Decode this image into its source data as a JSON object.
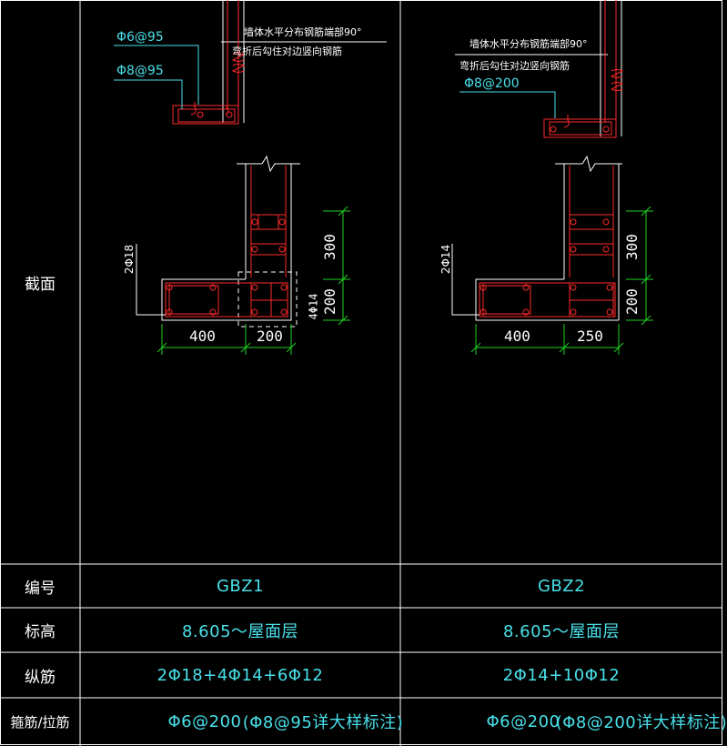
{
  "table": {
    "row_labels": {
      "section": "截面",
      "id": "编号",
      "elevation": "标高",
      "longitudinal": "纵筋",
      "stirrups": "箍筋/拉筋"
    },
    "columns": [
      {
        "id": "GBZ1",
        "elevation": "8.605～屋面层",
        "longitudinal": "2Φ18+4Φ14+6Φ12",
        "stirrups": "Φ6@200",
        "stirrups_note": "(Φ8@95详大样标注)",
        "detail": {
          "callout_1": "Φ6@95",
          "callout_2": "Φ8@95",
          "note_line_1": "墙体水平分布钢筋端部90°",
          "note_line_2": "弯折后勾住对边竖向钢筋"
        },
        "section": {
          "left_bar": "2Φ18",
          "right_bar": "4Φ14",
          "dim_h1": "400",
          "dim_h2": "200",
          "dim_v1": "300",
          "dim_v2": "200"
        }
      },
      {
        "id": "GBZ2",
        "elevation": "8.605～屋面层",
        "longitudinal": "2Φ14+10Φ12",
        "stirrups": "Φ6@200",
        "stirrups_note": "(Φ8@200详大样标注)",
        "detail": {
          "callout_1": "Φ8@200",
          "note_line_1": "墙体水平分布钢筋端部90°",
          "note_line_2": "弯折后勾住对边竖向钢筋"
        },
        "section": {
          "left_bar": "2Φ14",
          "dim_h1": "400",
          "dim_h2": "250",
          "dim_v1": "300",
          "dim_v2": "200"
        }
      }
    ]
  },
  "colors": {
    "grid": "#ffffff",
    "rebar": "#ff2a2a",
    "dimension": "#1fd11f",
    "text_cyan": "#49e0ea"
  }
}
